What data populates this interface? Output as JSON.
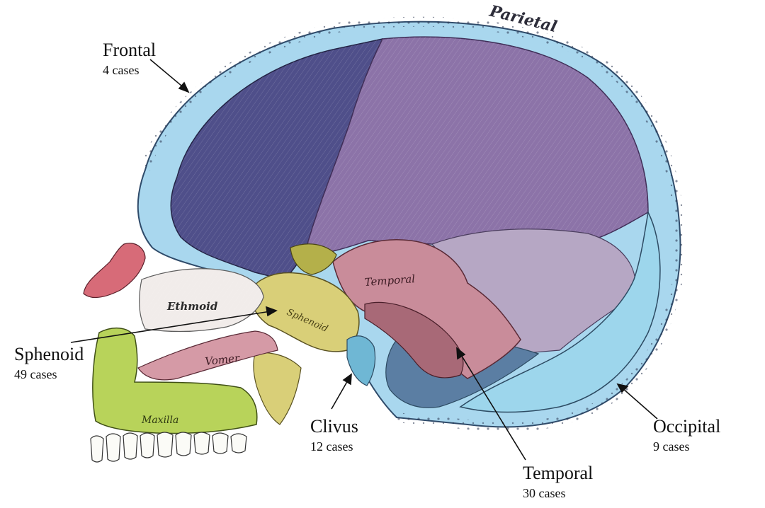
{
  "figure": {
    "bone_labels": {
      "parietal": "Parietal",
      "temporal": "Temporal",
      "ethmoid": "Ethmoid",
      "sphenoid": "Sphenoid",
      "vomer": "Vomer",
      "maxilla": "Maxilla"
    },
    "callouts": [
      {
        "id": "frontal",
        "title": "Frontal",
        "count": "4 cases"
      },
      {
        "id": "sphenoid",
        "title": "Sphenoid",
        "count": "49 cases"
      },
      {
        "id": "clivus",
        "title": "Clivus",
        "count": "12 cases"
      },
      {
        "id": "temporal",
        "title": "Temporal",
        "count": "30 cases"
      },
      {
        "id": "occipital",
        "title": "Occipital",
        "count": "9 cases"
      }
    ],
    "colors": {
      "frontal": "#4f4f8a",
      "parietal": "#8c73a8",
      "occipital": "#9dd6ec",
      "temporal": "#c98c9a",
      "sphenoid": "#d9cf78",
      "ethmoid": "#f1ecea",
      "vomer": "#d59aa6",
      "maxilla": "#b8d35a",
      "nasal": "#d76b78"
    }
  }
}
